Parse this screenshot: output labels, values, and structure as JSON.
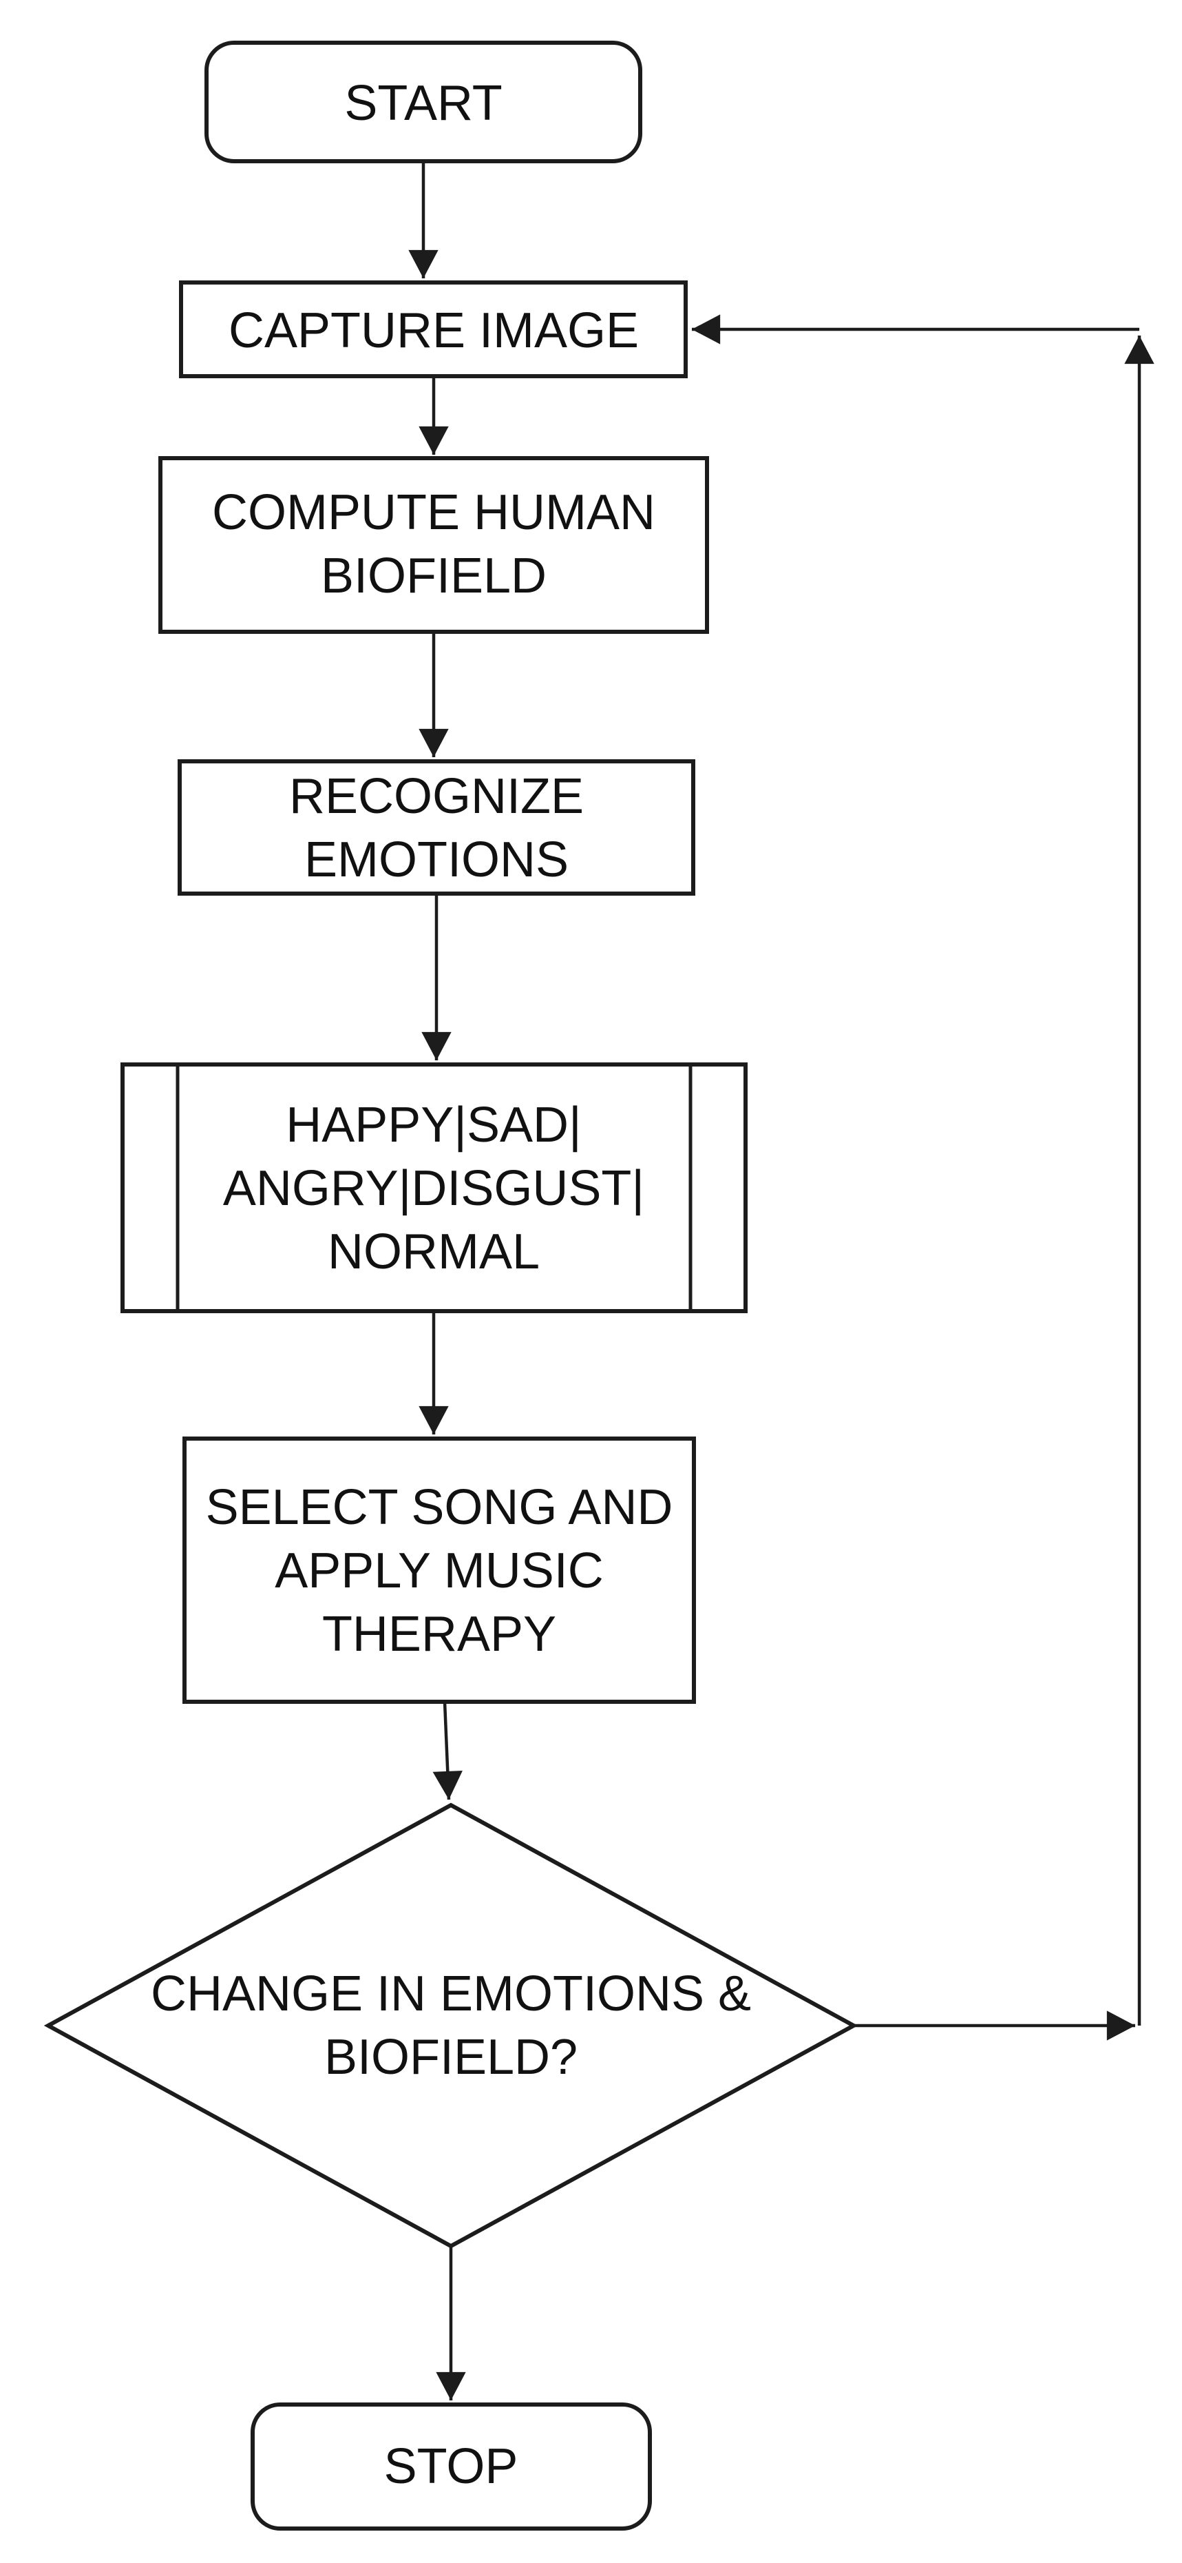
{
  "flowchart": {
    "background_color": "#ffffff",
    "line_color": "#1c1c1c",
    "text_color": "#111111",
    "nodes": [
      {
        "id": "start",
        "type": "terminator",
        "label": "START",
        "lines": [
          "START"
        ]
      },
      {
        "id": "capture-image",
        "type": "process",
        "label": "CAPTURE IMAGE",
        "lines": [
          "CAPTURE IMAGE"
        ]
      },
      {
        "id": "compute-human-biofield",
        "type": "process",
        "label": "COMPUTE HUMAN BIOFIELD",
        "lines": [
          "COMPUTE HUMAN",
          "BIOFIELD"
        ]
      },
      {
        "id": "recognize-emotions",
        "type": "process",
        "label": "RECOGNIZE EMOTIONS",
        "lines": [
          "RECOGNIZE",
          "EMOTIONS"
        ]
      },
      {
        "id": "emotion-categories",
        "type": "predefined-process",
        "label": "HAPPY|SAD|ANGRY|DISGUST|NORMAL",
        "lines": [
          "HAPPY|SAD|",
          "ANGRY|DISGUST|",
          "NORMAL"
        ]
      },
      {
        "id": "select-song",
        "type": "process",
        "label": "SELECT SONG AND APPLY MUSIC THERAPY",
        "lines": [
          "SELECT SONG AND",
          "APPLY MUSIC",
          "THERAPY"
        ]
      },
      {
        "id": "change-in-emotions",
        "type": "decision",
        "label": "CHANGE IN EMOTIONS & BIOFIELD?",
        "lines": [
          "CHANGE IN EMOTIONS &",
          "BIOFIELD?"
        ]
      },
      {
        "id": "stop",
        "type": "terminator",
        "label": "STOP",
        "lines": [
          "STOP"
        ]
      }
    ],
    "edges": [
      {
        "from": "start",
        "to": "capture-image",
        "kind": "straight"
      },
      {
        "from": "capture-image",
        "to": "compute-human-biofield",
        "kind": "straight"
      },
      {
        "from": "compute-human-biofield",
        "to": "recognize-emotions",
        "kind": "straight"
      },
      {
        "from": "recognize-emotions",
        "to": "emotion-categories",
        "kind": "straight"
      },
      {
        "from": "emotion-categories",
        "to": "select-song",
        "kind": "straight"
      },
      {
        "from": "select-song",
        "to": "change-in-emotions",
        "kind": "straight"
      },
      {
        "from": "change-in-emotions",
        "to": "stop",
        "kind": "straight"
      },
      {
        "from": "change-in-emotions",
        "to": "capture-image",
        "kind": "feedback-loop"
      }
    ]
  }
}
